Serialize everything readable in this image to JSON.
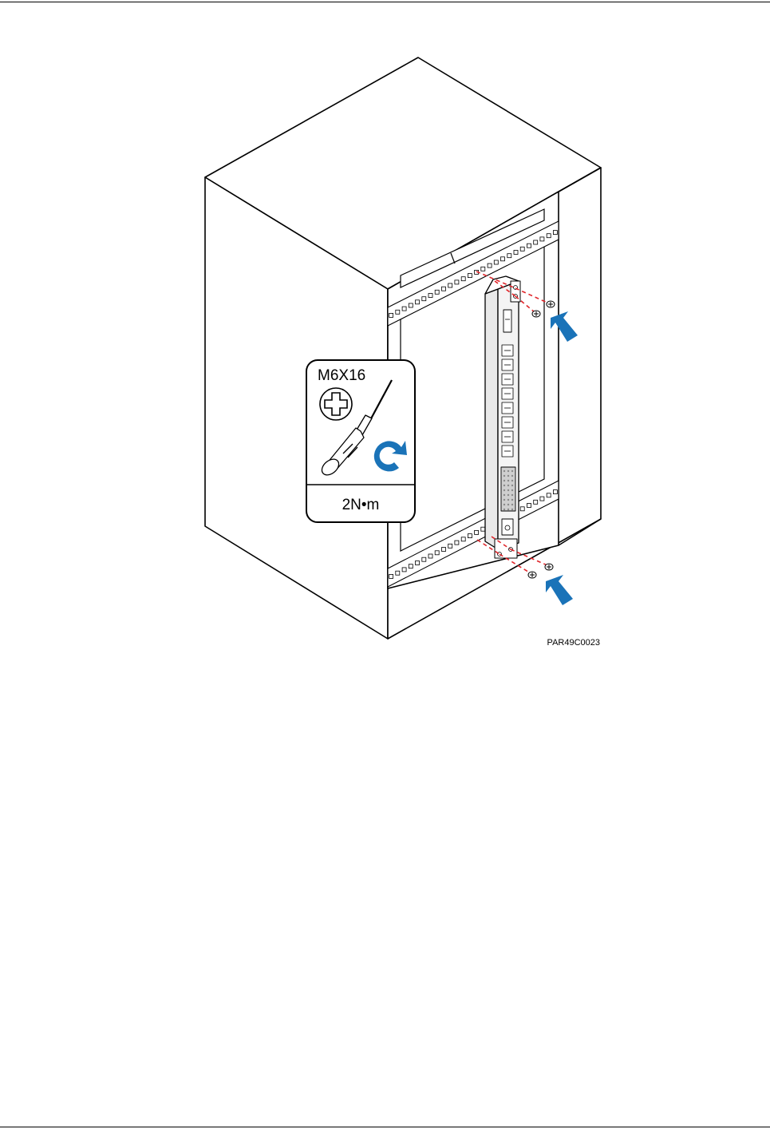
{
  "figure": {
    "screw_spec": "M6X16",
    "torque": "2N•m",
    "figure_id": "PAR49C0023"
  },
  "colors": {
    "line": "#000000",
    "rack_fill": "#ffffff",
    "panel_fill": "#f4f4f4",
    "dashed_guide": "#e0262b",
    "arrow_blue": "#1a73b8"
  },
  "icons": {
    "screw_head": "phillips-cross-icon",
    "tool": "screwdriver-icon",
    "rotation": "clockwise-arrow-icon",
    "push": "push-arrow-icon"
  }
}
